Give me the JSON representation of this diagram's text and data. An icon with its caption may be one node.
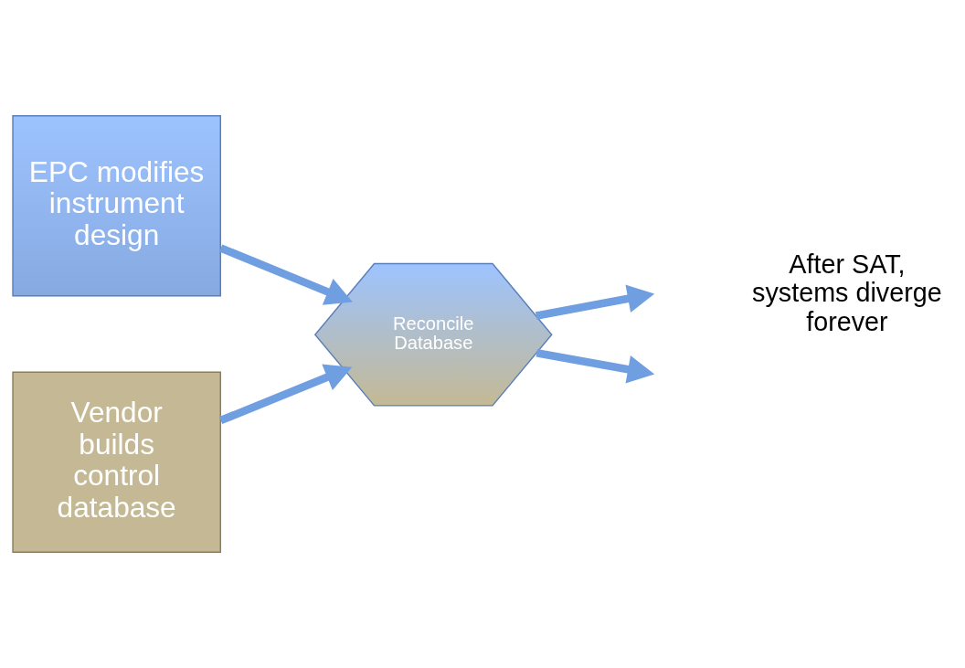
{
  "diagram": {
    "nodes": [
      {
        "text": [
          "EPC modifies instrument design"
        ]
      },
      {
        "text": [
          "Reconcile Database"
        ]
      },
      {
        "text": [
          "Vendor builds control database"
        ]
      }
    ],
    "edges": [
      {
        "from": 0,
        "to": 1,
        "arrow": "to"
      },
      {
        "from": 2,
        "to": 1,
        "arrow": "to"
      },
      {
        "from": 1,
        "to": null,
        "arrow": "to"
      },
      {
        "from": 1,
        "to": null,
        "arrow": "to"
      }
    ],
    "labels": [
      "After SAT, systems diverge forever"
    ]
  }
}
